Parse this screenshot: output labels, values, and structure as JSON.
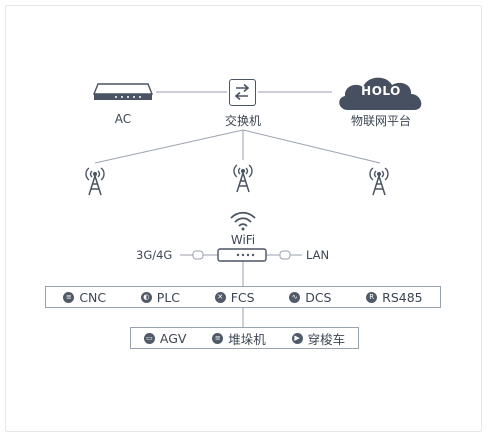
{
  "top": {
    "ac_label": "AC",
    "switch_label": "交换机",
    "cloud_text": "HOLO",
    "cloud_label": "物联网平台"
  },
  "gateway": {
    "wifi_label": "WiFi",
    "left_label": "3G/4G",
    "right_label": "LAN"
  },
  "row1": [
    {
      "icon": "cnc-icon",
      "label": "CNC"
    },
    {
      "icon": "plc-icon",
      "label": "PLC"
    },
    {
      "icon": "fcs-icon",
      "label": "FCS"
    },
    {
      "icon": "dcs-icon",
      "label": "DCS"
    },
    {
      "icon": "rs485-icon",
      "label": "RS485"
    }
  ],
  "row2": [
    {
      "icon": "agv-icon",
      "label": "AGV"
    },
    {
      "icon": "stacker-icon",
      "label": "堆垛机"
    },
    {
      "icon": "shuttle-icon",
      "label": "穿梭车"
    }
  ],
  "colors": {
    "line": "#9aa2ad",
    "device": "#4a5462",
    "cloud": "#465060"
  }
}
